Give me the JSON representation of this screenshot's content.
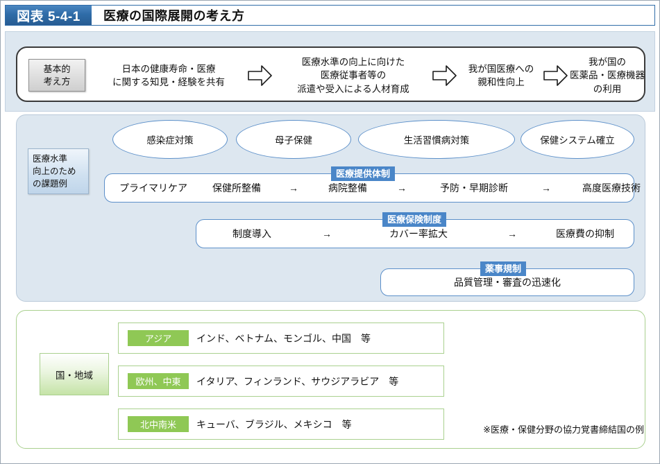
{
  "header": {
    "figure_number": "図表 5-4-1",
    "title": "医療の国際展開の考え方"
  },
  "basic_approach": {
    "label": "基本的\n考え方",
    "label_line1": "基本的",
    "label_line2": "考え方",
    "steps": [
      "日本の健康寿命・医療\nに関する知見・経験を共有",
      "医療水準の向上に向けた\n医療従事者等の\n派遣や受入による人材育成",
      "我が国医療への\n親和性向上",
      "我が国の\n医薬品・医療機器\nの利用"
    ],
    "arrow_icon": "block-arrow-right-icon"
  },
  "issues": {
    "label_line1": "医療水準",
    "label_line2": "向上のため",
    "label_line3": "の課題例",
    "ovals": [
      "感染症対策",
      "母子保健",
      "生活習慣病対策",
      "保健システム確立"
    ],
    "flows": [
      {
        "chip": "医療提供体制",
        "items": [
          "プライマリケア",
          "保健所整備",
          "病院整備",
          "予防・早期診断",
          "高度医療技術"
        ],
        "arrow": "→"
      },
      {
        "chip": "医療保険制度",
        "items": [
          "制度導入",
          "カバー率拡大",
          "医療費の抑制"
        ],
        "arrow": "→"
      },
      {
        "chip": "薬事規制",
        "items": [
          "品質管理・審査の迅速化"
        ],
        "arrow": "→"
      }
    ]
  },
  "regions": {
    "label": "国・地域",
    "rows": [
      {
        "chip": "アジア",
        "countries": "インド、ベトナム、モンゴル、中国　等"
      },
      {
        "chip": "欧州、中東",
        "countries": "イタリア、フィンランド、サウジアラビア　等"
      },
      {
        "chip": "北中南米",
        "countries": "キューバ、ブラジル、メキシコ　等"
      }
    ],
    "note": "※医療・保健分野の協力覚書締結国の例"
  },
  "colors": {
    "title_badge": "#2f6ca8",
    "panel_blue": "#dde7f0",
    "chip_blue": "#4a86c8",
    "chip_green": "#8fc855",
    "green_border": "#a9d08e",
    "oval_border": "#5b8fc9"
  }
}
